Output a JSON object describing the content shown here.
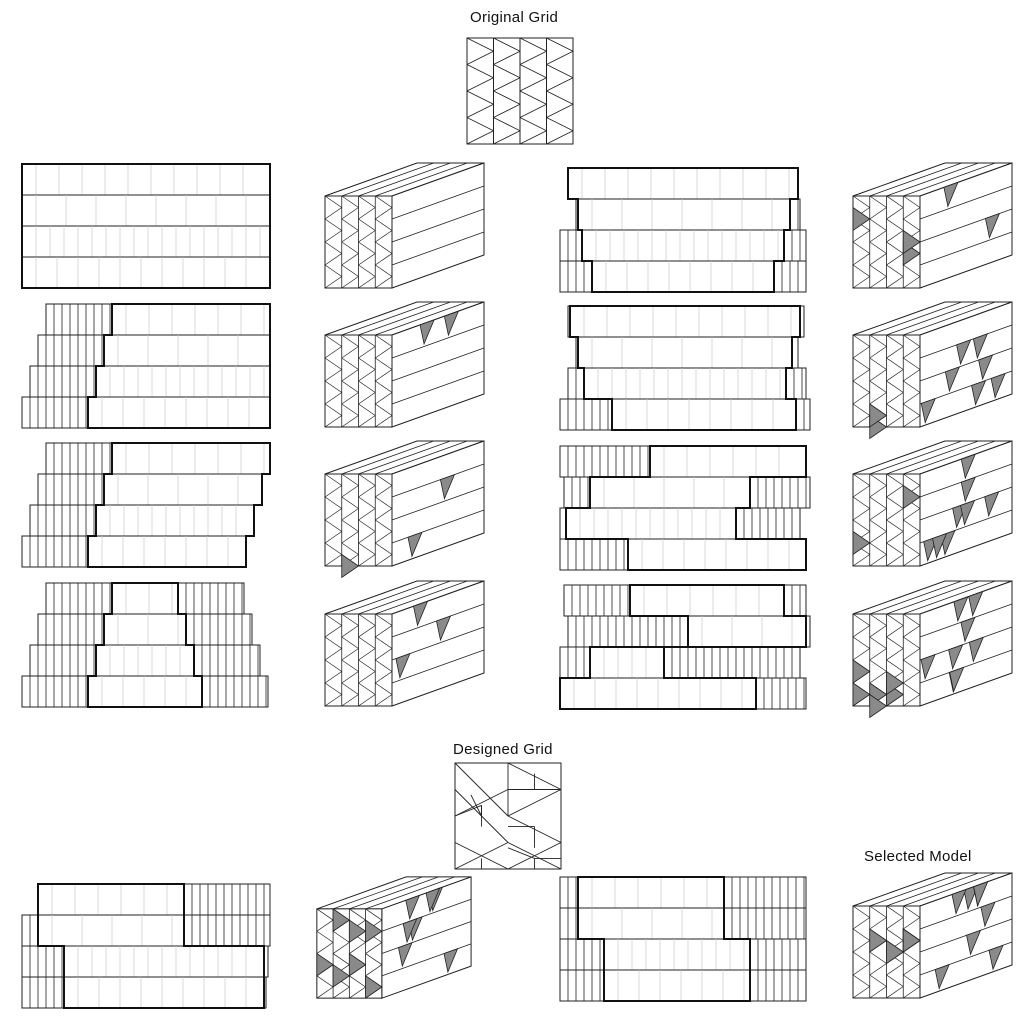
{
  "labels": {
    "original_grid": "Original Grid",
    "designed_grid": "Designed Grid",
    "selected_model": "Selected Model"
  },
  "colors": {
    "line": "#222222",
    "light_line": "#c8c8c8",
    "shade": "#8a8a8a",
    "dashed": "#999999"
  }
}
